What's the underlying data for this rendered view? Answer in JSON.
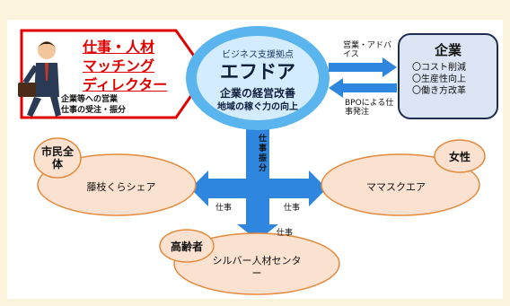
{
  "director": {
    "title_lines": [
      "仕事・人材",
      "マッチング",
      "ディレクター"
    ],
    "note_lines": [
      "企業等への営業",
      "仕事の受注・振分"
    ]
  },
  "hub": {
    "subtitle": "ビジネス支援拠点",
    "title": "エフドア",
    "line1": "企業の経営改善",
    "line2": "地域の稼ぐ力の向上"
  },
  "company": {
    "title": "企業",
    "items": [
      "〇コスト削減",
      "〇生産性向上",
      "〇働き方改革"
    ]
  },
  "arrows": {
    "to_company": "営業・アドバイス",
    "from_company": "BPOによる仕事発注",
    "distribute": "仕事振分",
    "job_left": "仕事",
    "job_right": "仕事",
    "job_down": "仕事"
  },
  "ovals": {
    "left": {
      "badge": "市民全体",
      "label": "藤枝くらシェア"
    },
    "right": {
      "badge": "女性",
      "label": "ママスクエア"
    },
    "bottom": {
      "badge": "高齢者",
      "label": "シルバー人材センター"
    }
  },
  "colors": {
    "hub_fill": "#5ab4ee",
    "hub_inner": "#d4ecff",
    "arrow": "#2e86de",
    "oval_fill": "#fbe1cf",
    "oval_border": "#e38a3c",
    "director_border": "#e00000",
    "company_fill": "#dbe5f4"
  }
}
